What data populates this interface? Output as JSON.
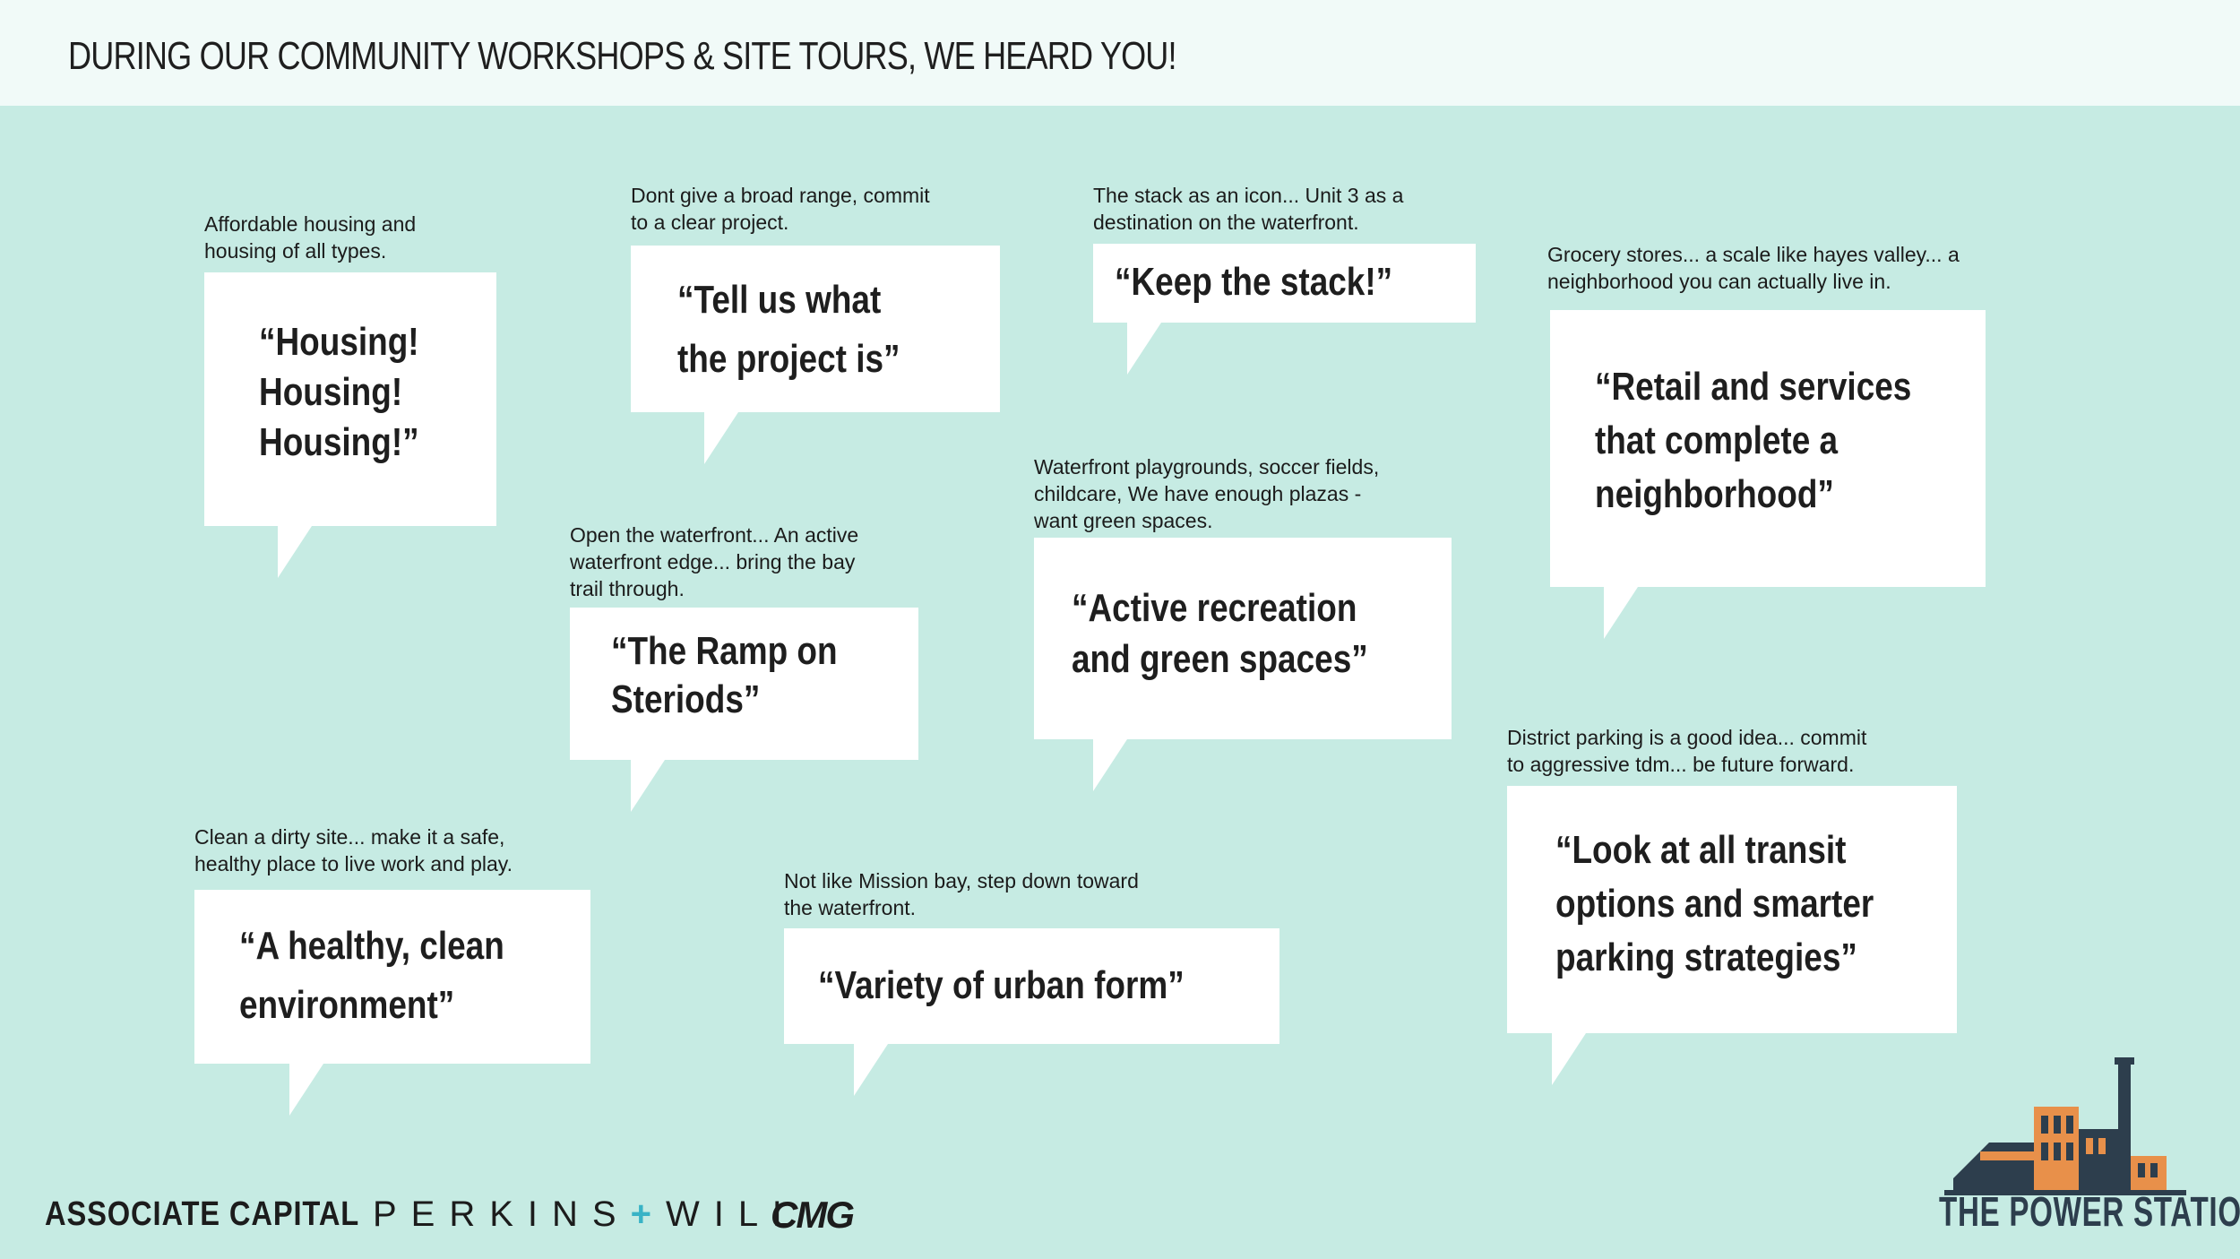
{
  "header": {
    "title": "DURING OUR COMMUNITY WORKSHOPS & SITE TOURS, WE HEARD YOU!"
  },
  "comments": [
    {
      "note": "Affordable housing and\nhousing of all types.",
      "quote": "“Housing!\nHousing!\nHousing!”"
    },
    {
      "note": "Dont give a broad range, commit\nto a clear project.",
      "quote": "“Tell us what\nthe project is”"
    },
    {
      "note": "The stack as an icon... Unit 3 as a\ndestination on the waterfront.",
      "quote": "“Keep the stack!”"
    },
    {
      "note": "Grocery stores... a scale like hayes valley... a\nneighborhood you can actually live in.",
      "quote": "“Retail and services\nthat complete a\nneighborhood”"
    },
    {
      "note": "Open the waterfront... An active\nwaterfront edge... bring the bay\ntrail through.",
      "quote": "“The Ramp on\nSteriods”"
    },
    {
      "note": "Waterfront playgrounds, soccer fields,\nchildcare, We have enough plazas -\nwant green spaces.",
      "quote": "“Active recreation\nand green spaces”"
    },
    {
      "note": "Clean a dirty site... make it a safe,\nhealthy place to live work and play.",
      "quote": "“A healthy, clean\nenvironment”"
    },
    {
      "note": "Not like Mission bay, step down toward\nthe waterfront.",
      "quote": "“Variety of urban form”"
    },
    {
      "note": "District parking is a good idea... commit\nto aggressive tdm... be future forward.",
      "quote": "“Look at all transit\noptions and smarter\nparking strategies”"
    }
  ],
  "footer": {
    "associate_capital": "ASSOCIATE CAPITAL",
    "perkins_left": "PERKINS",
    "perkins_plus": "+",
    "perkins_right": "WILL",
    "cmg": "CMG",
    "power_station": "THE POWER STATION"
  },
  "colors": {
    "background": "#c6ebe3",
    "header": "#f1faf8",
    "bubble": "#ffffff",
    "accent_orange": "#e8904a",
    "navy": "#2d3e4d",
    "plus_cyan": "#38b3c6"
  }
}
